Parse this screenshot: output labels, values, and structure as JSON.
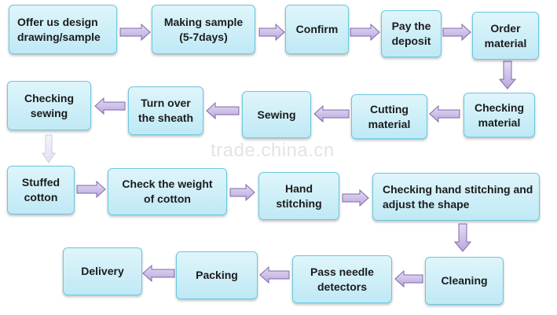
{
  "watermark": "trade.china.cn",
  "steps": [
    {
      "label": "Offer  us  design\ndrawing/sample"
    },
    {
      "label": "Making sample\n(5-7days)"
    },
    {
      "label": "Confirm"
    },
    {
      "label": "Pay the\ndeposit"
    },
    {
      "label": "Order\nmaterial"
    },
    {
      "label": "Checking\nmaterial"
    },
    {
      "label": "Cutting\nmaterial"
    },
    {
      "label": "Sewing"
    },
    {
      "label": "Turn over\nthe sheath"
    },
    {
      "label": "Checking\nsewing"
    },
    {
      "label": "Stuffed\ncotton"
    },
    {
      "label": "Check the weight\nof cotton"
    },
    {
      "label": "Hand\nstitching"
    },
    {
      "label": "Checking hand stitching and\nadjust the shape"
    },
    {
      "label": "Cleaning"
    },
    {
      "label": "Pass needle\ndetectors"
    },
    {
      "label": "Packing"
    },
    {
      "label": "Delivery"
    }
  ]
}
